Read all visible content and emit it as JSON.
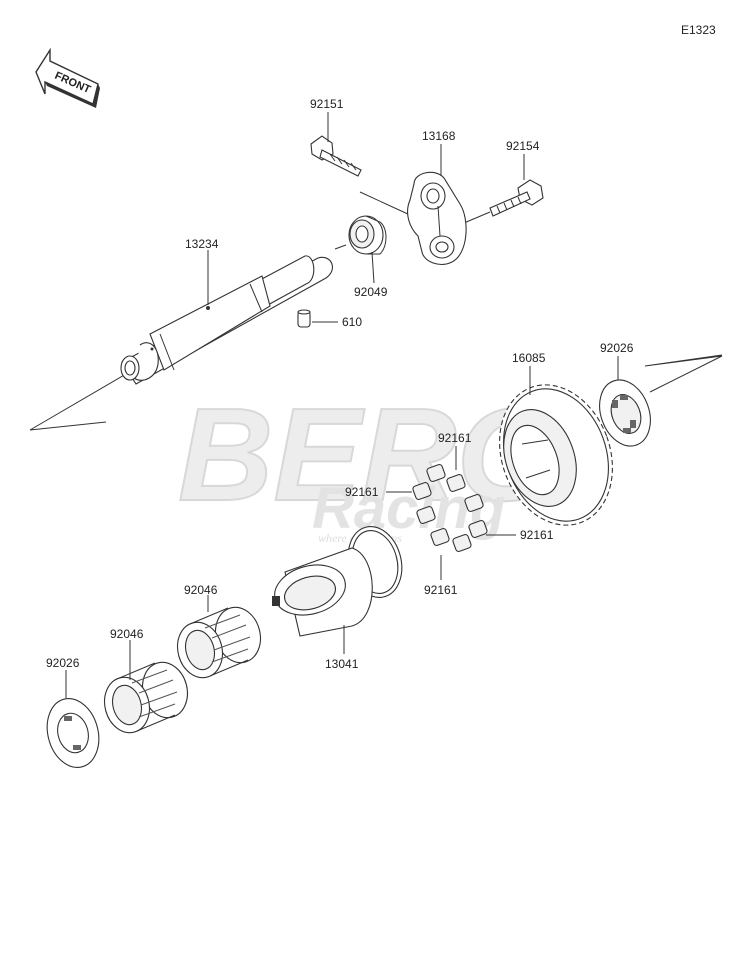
{
  "diagram_code": "E1323",
  "front_arrow_text": "FRONT",
  "watermark": {
    "brand": "BERG",
    "sub": "Racing",
    "tagline": "where champions"
  },
  "parts": [
    {
      "id": "92151",
      "label": "92151"
    },
    {
      "id": "13168",
      "label": "13168"
    },
    {
      "id": "92154",
      "label": "92154"
    },
    {
      "id": "13234",
      "label": "13234"
    },
    {
      "id": "92049",
      "label": "92049"
    },
    {
      "id": "610",
      "label": "610"
    },
    {
      "id": "16085",
      "label": "16085"
    },
    {
      "id": "92026-right",
      "label": "92026"
    },
    {
      "id": "92161-top",
      "label": "92161"
    },
    {
      "id": "92161-left",
      "label": "92161"
    },
    {
      "id": "92161-right",
      "label": "92161"
    },
    {
      "id": "92161-bottom",
      "label": "92161"
    },
    {
      "id": "92046-upper",
      "label": "92046"
    },
    {
      "id": "92046-lower",
      "label": "92046"
    },
    {
      "id": "13041",
      "label": "13041"
    },
    {
      "id": "92026-left",
      "label": "92026"
    }
  ]
}
